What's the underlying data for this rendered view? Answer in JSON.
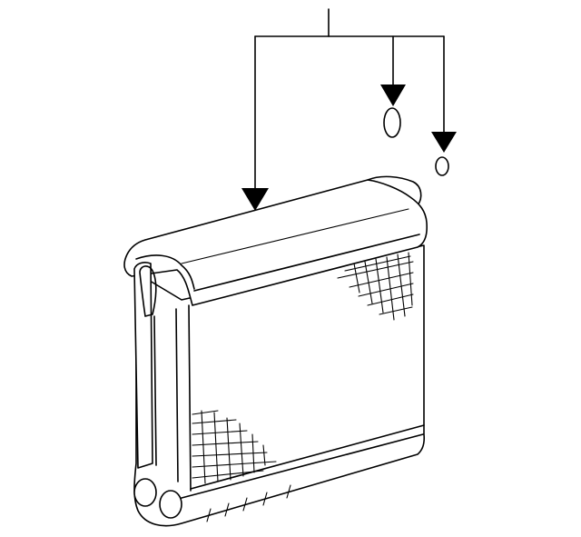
{
  "diagram": {
    "part": "evaporator-core",
    "leader_count": 3,
    "fastener_count": 2,
    "colors": {
      "line": "#000000",
      "background": "#ffffff"
    }
  }
}
